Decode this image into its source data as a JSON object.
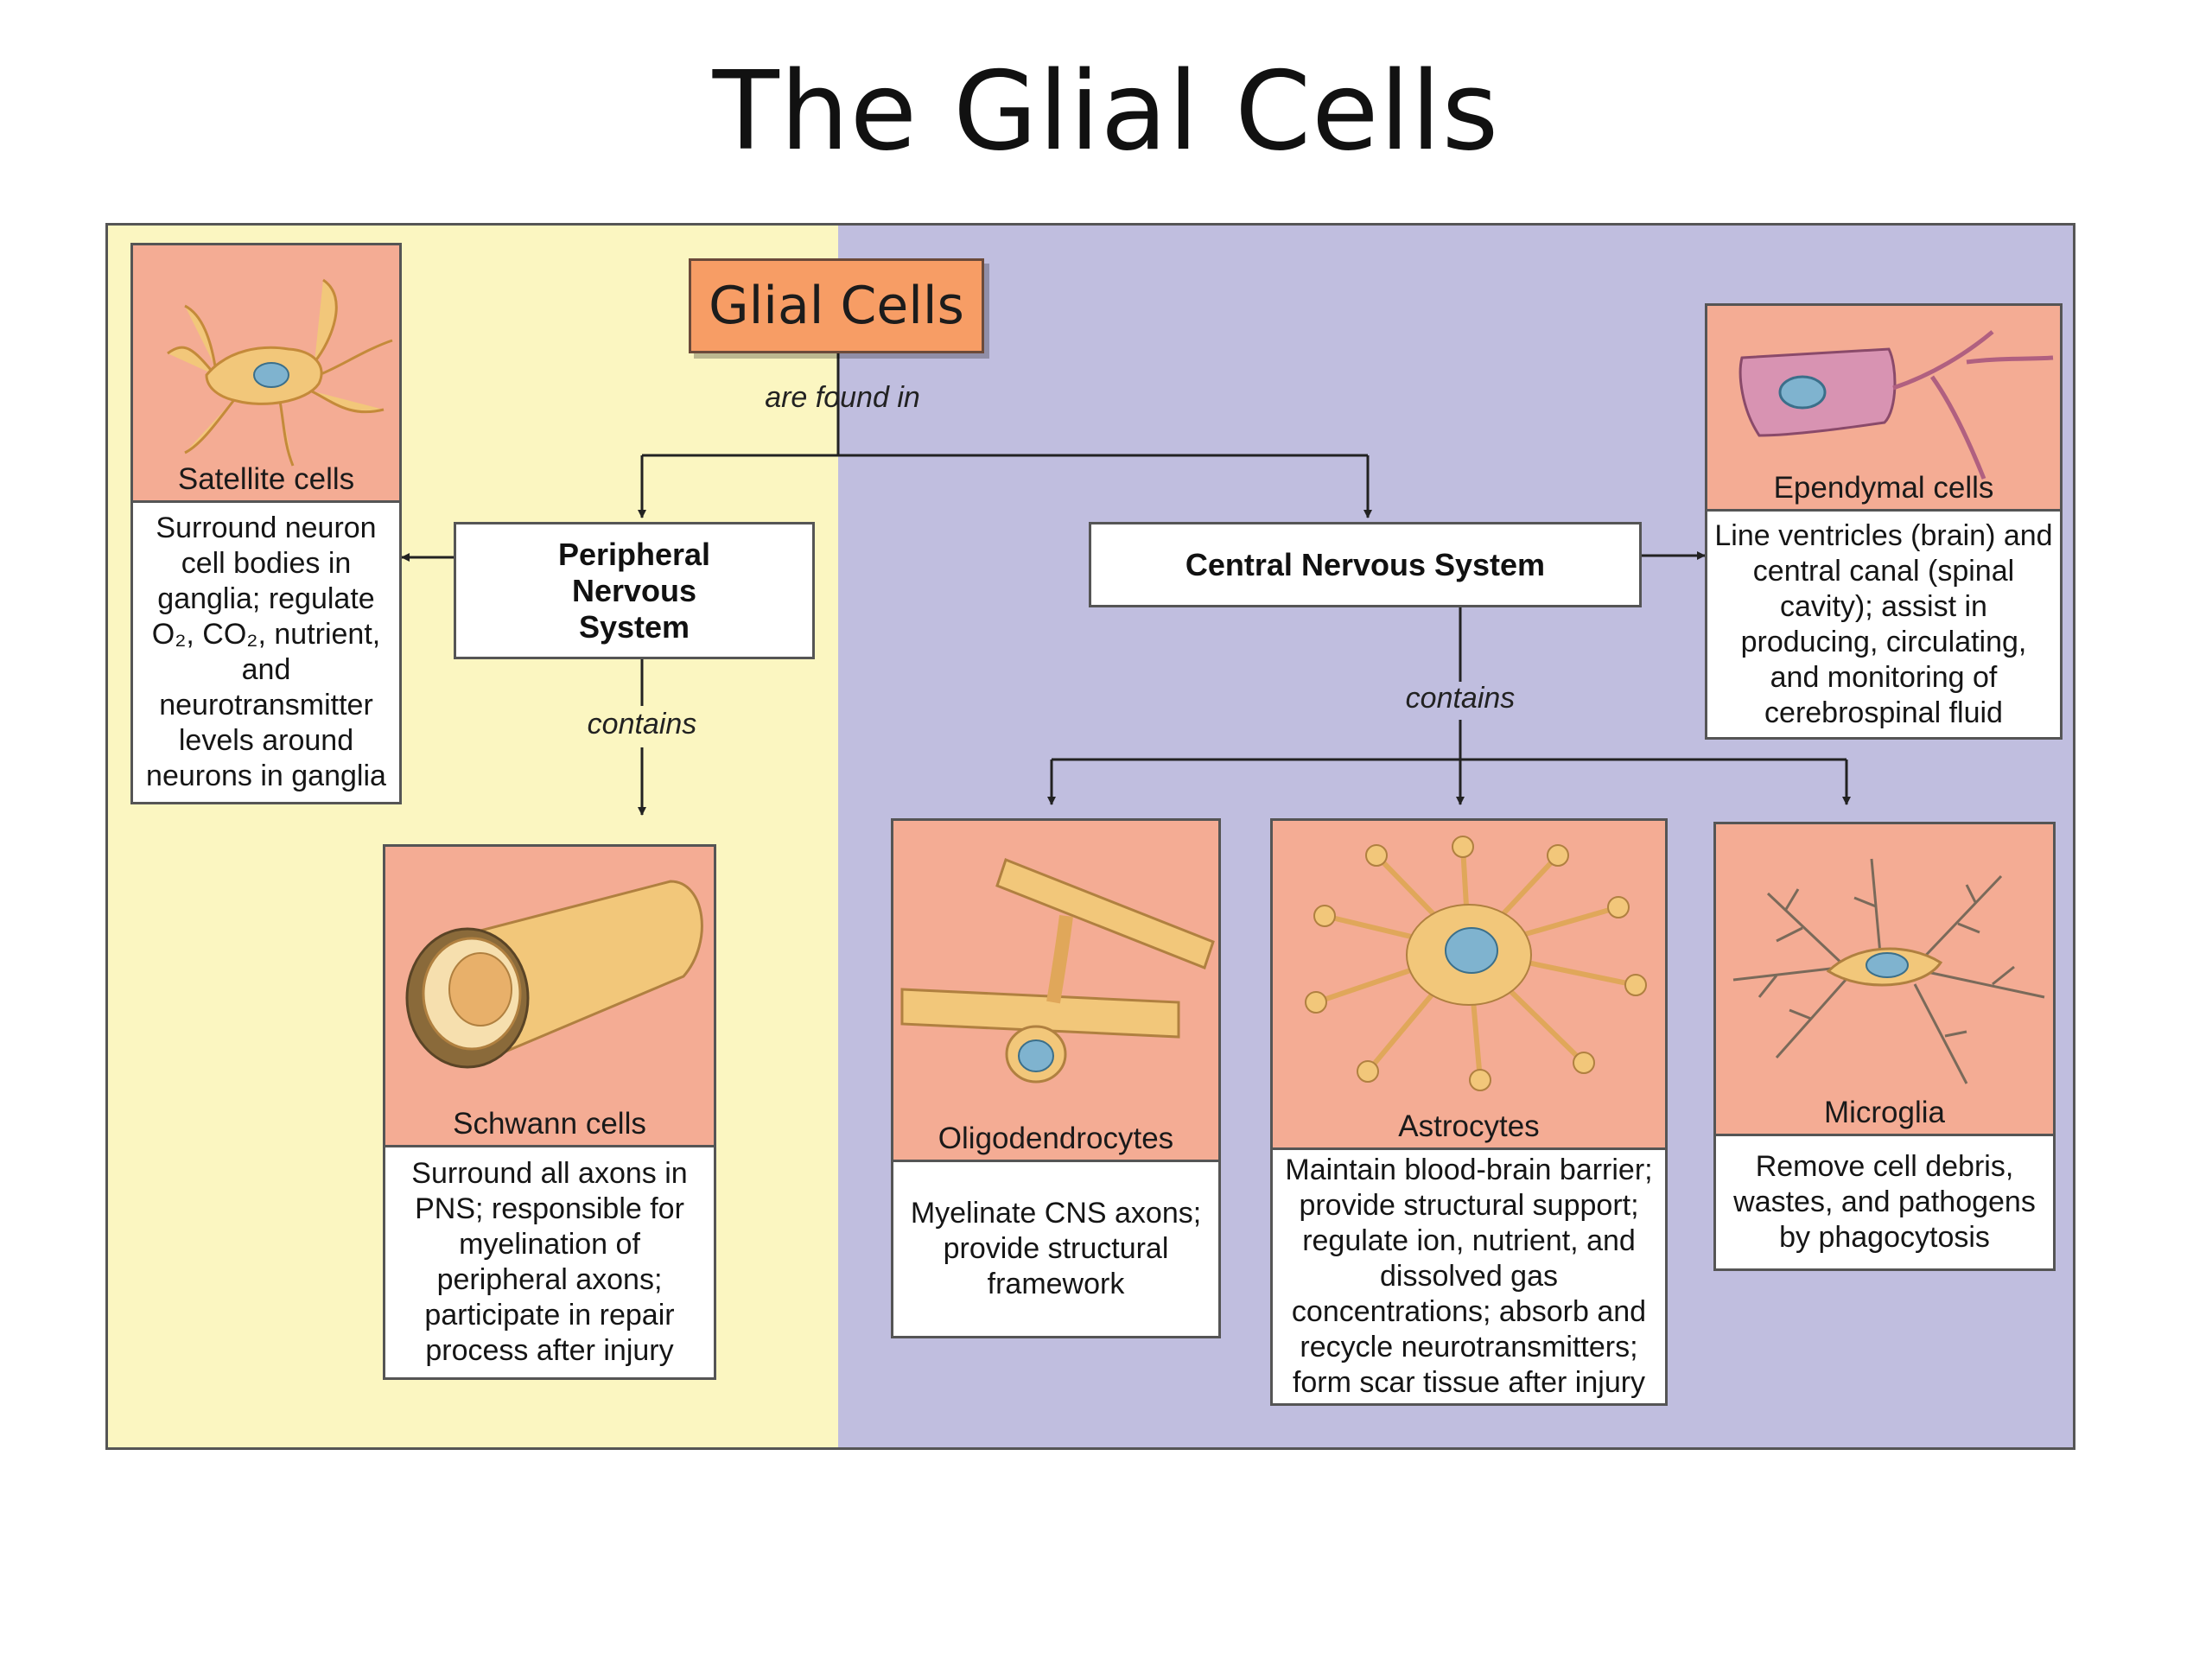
{
  "page": {
    "title": "The Glial Cells"
  },
  "root": {
    "label": "Glial Cells",
    "edge_label": "are found in"
  },
  "systems": {
    "pns": {
      "label": "Peripheral Nervous System",
      "edge_label": "contains"
    },
    "cns": {
      "label": "Central Nervous System",
      "edge_label": "contains"
    }
  },
  "cells": {
    "satellite": {
      "name": "Satellite cells",
      "description": "Surround neuron cell bodies in ganglia; regulate O₂, CO₂, nutrient, and neurotransmitter levels around neurons in ganglia",
      "icon": "satellite-cell-icon"
    },
    "schwann": {
      "name": "Schwann cells",
      "description": "Surround all axons in PNS; responsible for myelination of peripheral axons; participate in repair process after injury",
      "icon": "schwann-cell-icon"
    },
    "ependymal": {
      "name": "Ependymal cells",
      "description": "Line ventricles (brain) and central canal (spinal cavity); assist in producing, circulating, and monitoring of cerebrospinal fluid",
      "icon": "ependymal-cell-icon"
    },
    "oligodendrocytes": {
      "name": "Oligodendrocytes",
      "description": "Myelinate CNS axons; provide structural framework",
      "icon": "oligodendrocyte-icon"
    },
    "astrocytes": {
      "name": "Astrocytes",
      "description": "Maintain blood-brain barrier; provide structural support; regulate ion, nutrient, and dissolved gas concentrations; absorb and recycle neurotransmitters; form scar tissue after injury",
      "icon": "astrocyte-icon"
    },
    "microglia": {
      "name": "Microglia",
      "description": "Remove cell debris, wastes, and pathogens by phagocytosis",
      "icon": "microglia-icon"
    }
  },
  "colors": {
    "pns_background": "#fbf6c1",
    "cns_background": "#c0bedf",
    "root_box": "#f79d65",
    "cell_image_background": "#f4ac94",
    "cell_body": "#f2c77a",
    "nucleus": "#7fb3cf"
  }
}
